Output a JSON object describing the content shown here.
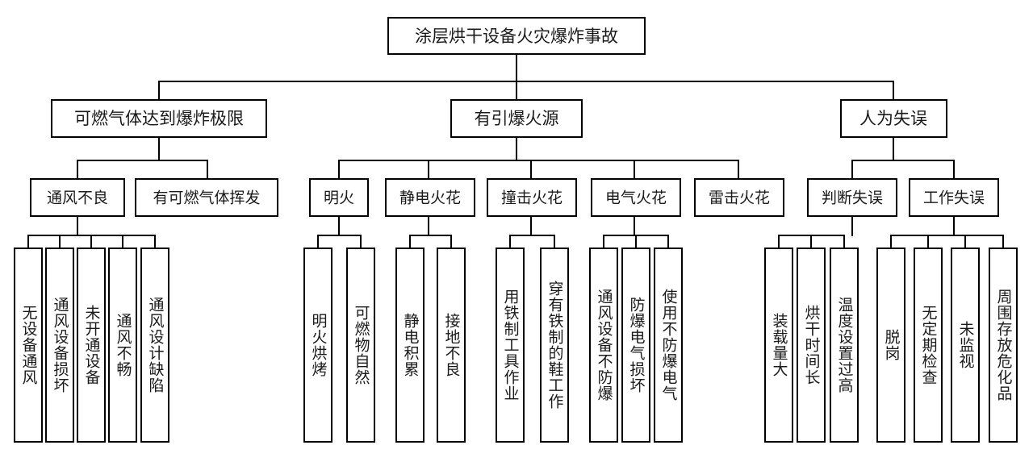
{
  "diagram": {
    "title": "涂层烘干设备火灾爆炸事故",
    "type": "fault-tree",
    "orientation": "top-down",
    "colors": {
      "box_fill": "#ffffff",
      "box_stroke": "#000000",
      "text": "#1a1a1a",
      "background": "#ffffff"
    },
    "levels": {
      "top": "涂层烘干设备火灾爆炸事故",
      "level2": [
        "可燃气体达到爆炸极限",
        "有引爆火源",
        "人为失误"
      ],
      "level3": [
        "通风不良",
        "有可燃气体挥发",
        "明火",
        "静电火花",
        "撞击火花",
        "电气火花",
        "雷击火花",
        "判断失误",
        "工作失误"
      ],
      "level4": [
        "无设备通风",
        "通风设备损坏",
        "未开通设备",
        "通风不畅",
        "通风设计缺陷",
        "明火烘烤",
        "可燃物自然",
        "静电积累",
        "接地不良",
        "用铁制工具作业",
        "穿有铁制的鞋工作",
        "通风设备不防爆",
        "防爆电气损坏",
        "使用不防爆电气",
        "装载量大",
        "烘干时间长",
        "温度设置过高",
        "脱岗",
        "无定期检查",
        "未监视",
        "周围存放危化品"
      ]
    },
    "tree": {
      "root": {
        "label": "涂层烘干设备火灾爆炸事故",
        "children": [
          {
            "label": "可燃气体达到爆炸极限",
            "children": [
              {
                "label": "通风不良",
                "children": [
                  {
                    "label": "无设备通风"
                  },
                  {
                    "label": "通风设备损坏"
                  },
                  {
                    "label": "未开通设备"
                  },
                  {
                    "label": "通风不畅"
                  },
                  {
                    "label": "通风设计缺陷"
                  }
                ]
              },
              {
                "label": "有可燃气体挥发",
                "children": []
              }
            ]
          },
          {
            "label": "有引爆火源",
            "children": [
              {
                "label": "明火",
                "children": [
                  {
                    "label": "明火烘烤"
                  },
                  {
                    "label": "可燃物自然"
                  }
                ]
              },
              {
                "label": "静电火花",
                "children": [
                  {
                    "label": "静电积累"
                  },
                  {
                    "label": "接地不良"
                  }
                ]
              },
              {
                "label": "撞击火花",
                "children": [
                  {
                    "label": "用铁制工具作业"
                  },
                  {
                    "label": "穿有铁制的鞋工作"
                  }
                ]
              },
              {
                "label": "电气火花",
                "children": [
                  {
                    "label": "通风设备不防爆"
                  },
                  {
                    "label": "防爆电气损坏"
                  },
                  {
                    "label": "使用不防爆电气"
                  }
                ]
              },
              {
                "label": "雷击火花",
                "children": []
              }
            ]
          },
          {
            "label": "人为失误",
            "children": [
              {
                "label": "判断失误",
                "children": [
                  {
                    "label": "装载量大"
                  },
                  {
                    "label": "烘干时间长"
                  },
                  {
                    "label": "温度设置过高"
                  }
                ]
              },
              {
                "label": "工作失误",
                "children": [
                  {
                    "label": "脱岗"
                  },
                  {
                    "label": "无定期检查"
                  },
                  {
                    "label": "未监视"
                  },
                  {
                    "label": "周围存放危化品"
                  }
                ]
              }
            ]
          }
        ]
      }
    }
  }
}
